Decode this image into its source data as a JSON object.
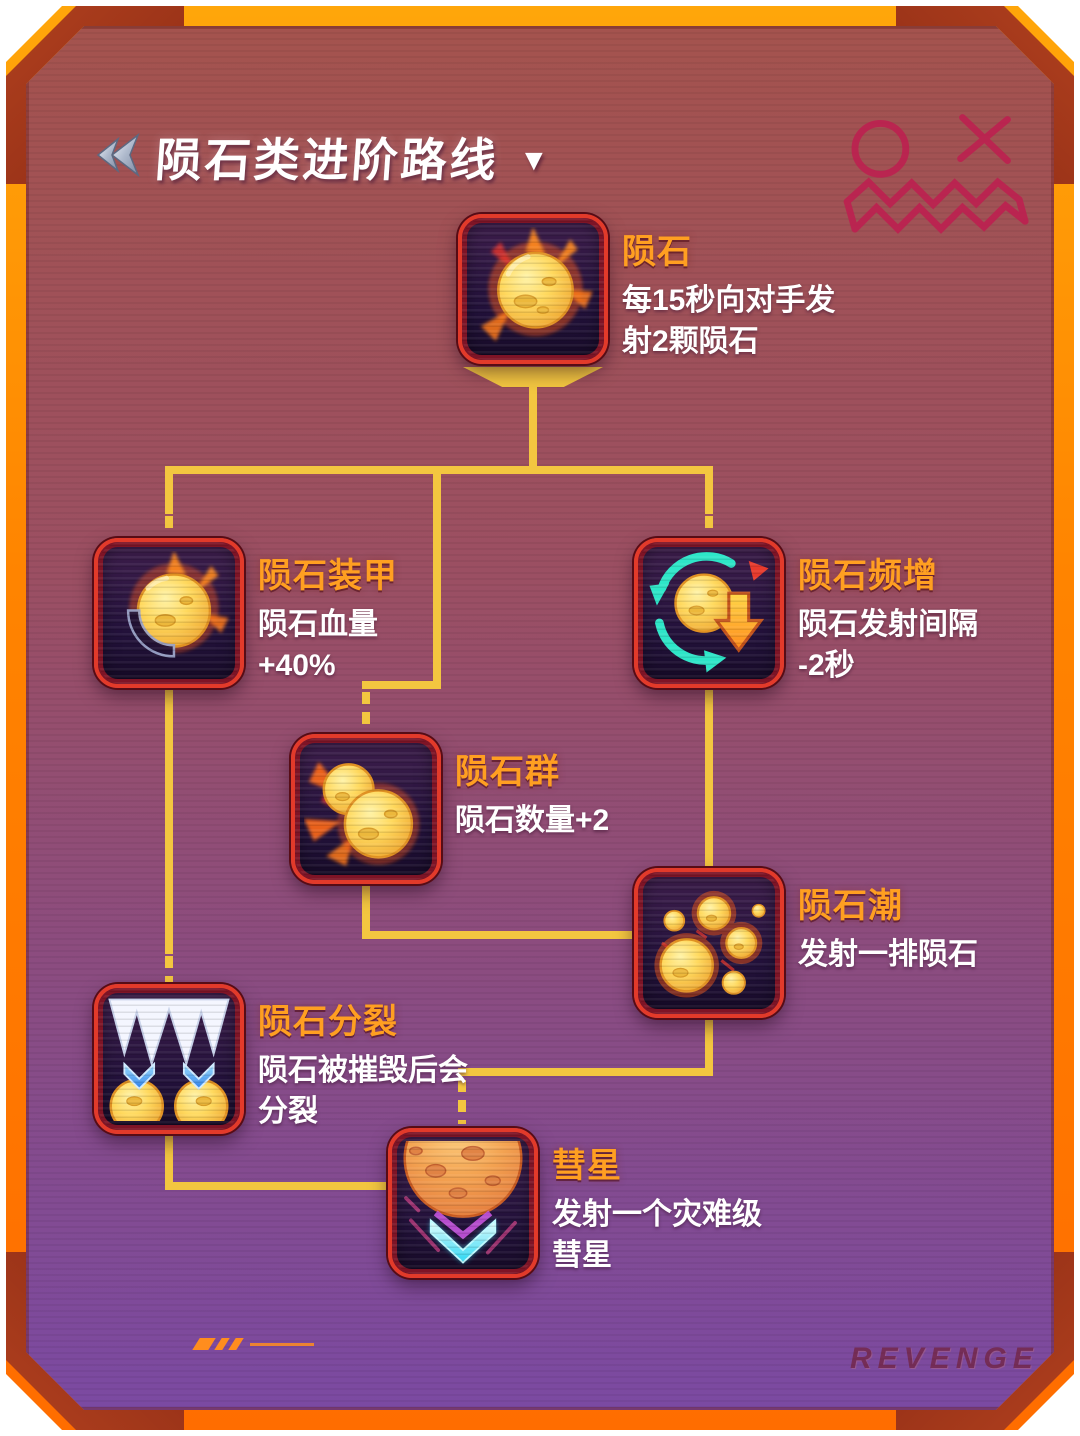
{
  "header": {
    "title": "陨石类进阶路线",
    "collapse_arrow": "▼"
  },
  "watermark": "REVENGE",
  "colors": {
    "frame_orange": "#ff8400",
    "corner_red": "#a43a1c",
    "connector_gold": "#f3c640",
    "node_title_orange": "#ff9f21",
    "background_top": "#a4534e",
    "background_bottom": "#7b4aa2",
    "doodle_pink": "#c11a50"
  },
  "nodes": [
    {
      "id": "meteor",
      "title": "陨石",
      "desc_lines": [
        "每15秒向对手发",
        "射2颗陨石"
      ],
      "icon": "meteor-icon"
    },
    {
      "id": "meteor-armor",
      "title": "陨石装甲",
      "desc_lines": [
        "陨石血量",
        "+40%"
      ],
      "icon": "meteor-armor-icon"
    },
    {
      "id": "meteor-frequency",
      "title": "陨石频增",
      "desc_lines": [
        "陨石发射间隔",
        "-2秒"
      ],
      "icon": "meteor-frequency-icon"
    },
    {
      "id": "meteor-swarm",
      "title": "陨石群",
      "desc_lines": [
        "陨石数量+2"
      ],
      "icon": "meteor-swarm-icon"
    },
    {
      "id": "meteor-tide",
      "title": "陨石潮",
      "desc_lines": [
        "发射一排陨石"
      ],
      "icon": "meteor-tide-icon"
    },
    {
      "id": "meteor-split",
      "title": "陨石分裂",
      "desc_lines": [
        "陨石被摧毁后会",
        "分裂"
      ],
      "icon": "meteor-split-icon"
    },
    {
      "id": "comet",
      "title": "彗星",
      "desc_lines": [
        "发射一个灾难级",
        "彗星"
      ],
      "icon": "comet-icon"
    }
  ]
}
